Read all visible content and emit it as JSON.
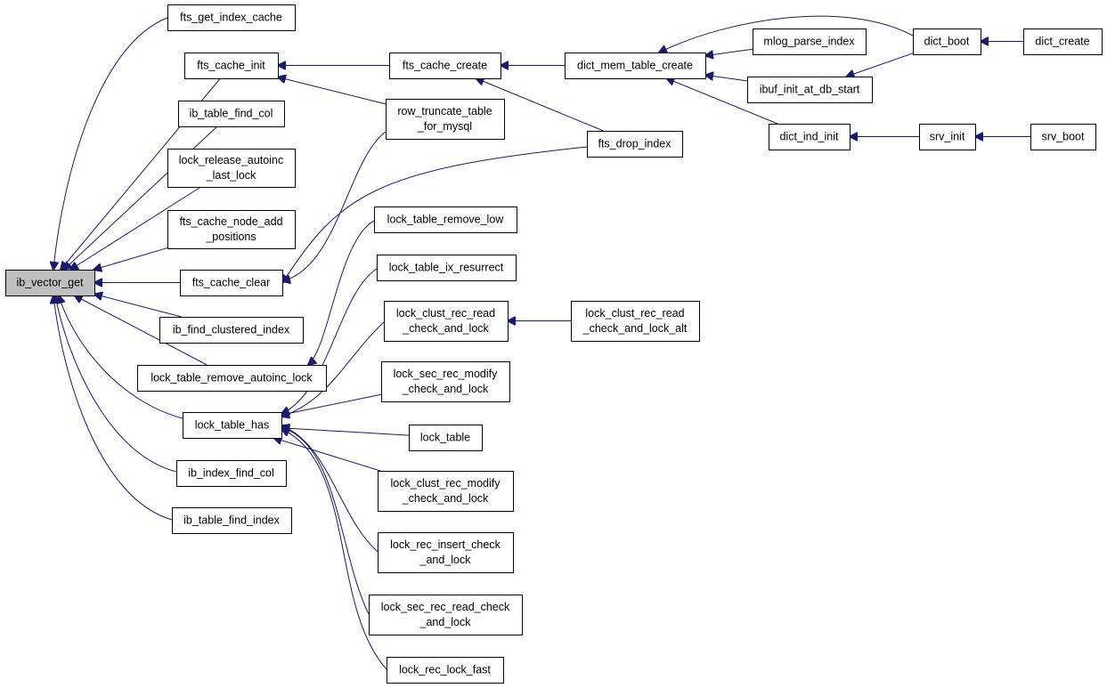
{
  "graph": {
    "root": "ib_vector_get",
    "nodes": [
      {
        "id": "ib_vector_get",
        "lines": [
          "ib_vector_get"
        ]
      },
      {
        "id": "fts_get_index_cache",
        "lines": [
          "fts_get_index_cache"
        ]
      },
      {
        "id": "fts_cache_init",
        "lines": [
          "fts_cache_init"
        ]
      },
      {
        "id": "ib_table_find_col",
        "lines": [
          "ib_table_find_col"
        ]
      },
      {
        "id": "lock_release_autoinc_last_lock",
        "lines": [
          "lock_release_autoinc",
          "_last_lock"
        ]
      },
      {
        "id": "fts_cache_node_add_positions",
        "lines": [
          "fts_cache_node_add",
          "_positions"
        ]
      },
      {
        "id": "fts_cache_clear",
        "lines": [
          "fts_cache_clear"
        ]
      },
      {
        "id": "ib_find_clustered_index",
        "lines": [
          "ib_find_clustered_index"
        ]
      },
      {
        "id": "lock_table_remove_autoinc_lock",
        "lines": [
          "lock_table_remove_autoinc_lock"
        ]
      },
      {
        "id": "lock_table_has",
        "lines": [
          "lock_table_has"
        ]
      },
      {
        "id": "ib_index_find_col",
        "lines": [
          "ib_index_find_col"
        ]
      },
      {
        "id": "ib_table_find_index",
        "lines": [
          "ib_table_find_index"
        ]
      },
      {
        "id": "fts_cache_create",
        "lines": [
          "fts_cache_create"
        ]
      },
      {
        "id": "row_truncate_table_for_mysql",
        "lines": [
          "row_truncate_table",
          "_for_mysql"
        ]
      },
      {
        "id": "fts_drop_index",
        "lines": [
          "fts_drop_index"
        ]
      },
      {
        "id": "lock_table_remove_low",
        "lines": [
          "lock_table_remove_low"
        ]
      },
      {
        "id": "lock_table_ix_resurrect",
        "lines": [
          "lock_table_ix_resurrect"
        ]
      },
      {
        "id": "lock_clust_rec_read_check_and_lock",
        "lines": [
          "lock_clust_rec_read",
          "_check_and_lock"
        ]
      },
      {
        "id": "lock_sec_rec_modify_check_and_lock",
        "lines": [
          "lock_sec_rec_modify",
          "_check_and_lock"
        ]
      },
      {
        "id": "lock_table",
        "lines": [
          "lock_table"
        ]
      },
      {
        "id": "lock_clust_rec_modify_check_and_lock",
        "lines": [
          "lock_clust_rec_modify",
          "_check_and_lock"
        ]
      },
      {
        "id": "lock_rec_insert_check_and_lock",
        "lines": [
          "lock_rec_insert_check",
          "_and_lock"
        ]
      },
      {
        "id": "lock_sec_rec_read_check_and_lock",
        "lines": [
          "lock_sec_rec_read_check",
          "_and_lock"
        ]
      },
      {
        "id": "lock_rec_lock_fast",
        "lines": [
          "lock_rec_lock_fast"
        ]
      },
      {
        "id": "dict_mem_table_create",
        "lines": [
          "dict_mem_table_create"
        ]
      },
      {
        "id": "lock_clust_rec_read_check_and_lock_alt",
        "lines": [
          "lock_clust_rec_read",
          "_check_and_lock_alt"
        ]
      },
      {
        "id": "mlog_parse_index",
        "lines": [
          "mlog_parse_index"
        ]
      },
      {
        "id": "ibuf_init_at_db_start",
        "lines": [
          "ibuf_init_at_db_start"
        ]
      },
      {
        "id": "dict_ind_init",
        "lines": [
          "dict_ind_init"
        ]
      },
      {
        "id": "dict_boot",
        "lines": [
          "dict_boot"
        ]
      },
      {
        "id": "srv_init",
        "lines": [
          "srv_init"
        ]
      },
      {
        "id": "dict_create",
        "lines": [
          "dict_create"
        ]
      },
      {
        "id": "srv_boot",
        "lines": [
          "srv_boot"
        ]
      }
    ],
    "edges": [
      {
        "from": "fts_get_index_cache",
        "to": "ib_vector_get"
      },
      {
        "from": "fts_cache_init",
        "to": "ib_vector_get"
      },
      {
        "from": "ib_table_find_col",
        "to": "ib_vector_get"
      },
      {
        "from": "lock_release_autoinc_last_lock",
        "to": "ib_vector_get"
      },
      {
        "from": "fts_cache_node_add_positions",
        "to": "ib_vector_get"
      },
      {
        "from": "fts_cache_clear",
        "to": "ib_vector_get"
      },
      {
        "from": "ib_find_clustered_index",
        "to": "ib_vector_get"
      },
      {
        "from": "lock_table_remove_autoinc_lock",
        "to": "ib_vector_get"
      },
      {
        "from": "lock_table_has",
        "to": "ib_vector_get"
      },
      {
        "from": "ib_index_find_col",
        "to": "ib_vector_get"
      },
      {
        "from": "ib_table_find_index",
        "to": "ib_vector_get"
      },
      {
        "from": "fts_cache_create",
        "to": "fts_cache_init"
      },
      {
        "from": "row_truncate_table_for_mysql",
        "to": "fts_cache_init"
      },
      {
        "from": "row_truncate_table_for_mysql",
        "to": "fts_cache_clear"
      },
      {
        "from": "fts_drop_index",
        "to": "fts_cache_clear"
      },
      {
        "from": "lock_table_remove_low",
        "to": "lock_table_remove_autoinc_lock"
      },
      {
        "from": "lock_table_ix_resurrect",
        "to": "lock_table_has"
      },
      {
        "from": "lock_clust_rec_read_check_and_lock",
        "to": "lock_table_has"
      },
      {
        "from": "lock_sec_rec_modify_check_and_lock",
        "to": "lock_table_has"
      },
      {
        "from": "lock_table",
        "to": "lock_table_has"
      },
      {
        "from": "lock_clust_rec_modify_check_and_lock",
        "to": "lock_table_has"
      },
      {
        "from": "lock_rec_insert_check_and_lock",
        "to": "lock_table_has"
      },
      {
        "from": "lock_sec_rec_read_check_and_lock",
        "to": "lock_table_has"
      },
      {
        "from": "lock_rec_lock_fast",
        "to": "lock_table_has"
      },
      {
        "from": "dict_mem_table_create",
        "to": "fts_cache_create"
      },
      {
        "from": "fts_drop_index",
        "to": "fts_cache_create"
      },
      {
        "from": "lock_clust_rec_read_check_and_lock_alt",
        "to": "lock_clust_rec_read_check_and_lock"
      },
      {
        "from": "mlog_parse_index",
        "to": "dict_mem_table_create"
      },
      {
        "from": "ibuf_init_at_db_start",
        "to": "dict_mem_table_create"
      },
      {
        "from": "dict_ind_init",
        "to": "dict_mem_table_create"
      },
      {
        "from": "dict_boot",
        "to": "dict_mem_table_create"
      },
      {
        "from": "dict_boot",
        "to": "ibuf_init_at_db_start"
      },
      {
        "from": "srv_init",
        "to": "dict_ind_init"
      },
      {
        "from": "dict_create",
        "to": "dict_boot"
      },
      {
        "from": "srv_boot",
        "to": "srv_init"
      }
    ]
  },
  "colors": {
    "edge": "#191970",
    "root_fill": "#bfbfbf",
    "node_fill": "#ffffff",
    "node_stroke": "#000000"
  }
}
